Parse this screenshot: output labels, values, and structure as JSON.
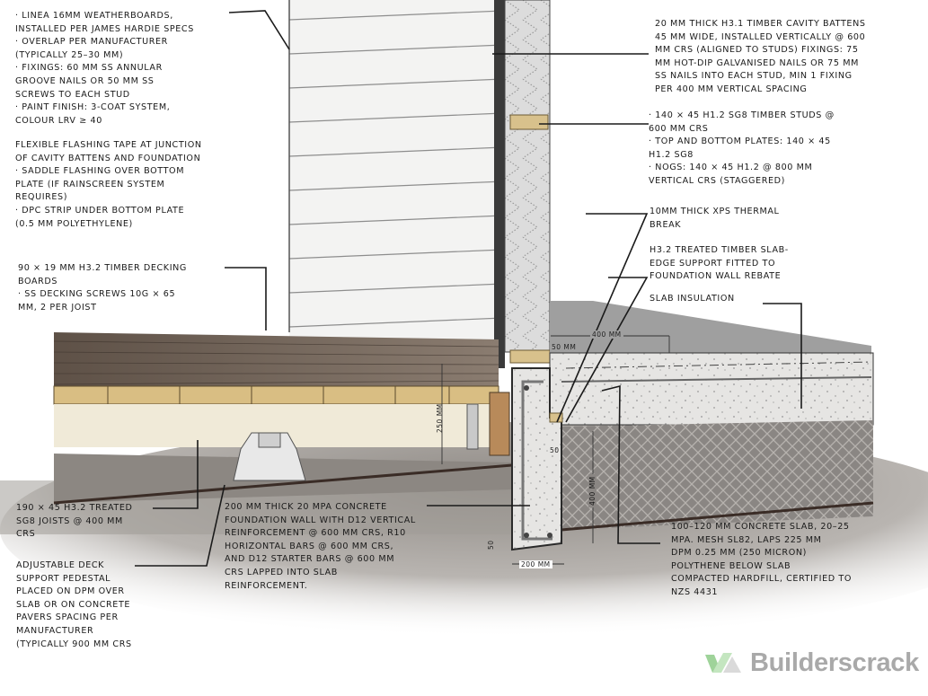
{
  "notes": {
    "weatherboards": [
      "·  LINEA 16MM WEATHERBOARDS,",
      "INSTALLED PER JAMES HARDIE SPECS",
      "·  OVERLAP PER MANUFACTURER",
      "(TYPICALLY 25–30 MM)",
      "·  FIXINGS: 60 MM SS ANNULAR",
      "GROOVE NAILS OR 50 MM SS",
      "SCREWS TO EACH STUD",
      "·  PAINT FINISH: 3-COAT SYSTEM,",
      "COLOUR LRV ≥ 40"
    ],
    "flashing": [
      "FLEXIBLE FLASHING TAPE AT JUNCTION",
      "OF CAVITY BATTENS AND FOUNDATION",
      "·  SADDLE FLASHING OVER BOTTOM",
      "PLATE (IF RAINSCREEN SYSTEM",
      "REQUIRES)",
      "·  DPC STRIP UNDER BOTTOM PLATE",
      "(0.5 MM POLYETHYLENE)"
    ],
    "decking": [
      "90 × 19 MM H3.2 TIMBER DECKING",
      "BOARDS",
      "·  SS DECKING SCREWS 10G × 65",
      "MM, 2 PER JOIST"
    ],
    "joists": [
      "190 × 45 H3.2 TREATED",
      "SG8 JOISTS @ 400 MM",
      "CRS"
    ],
    "pedestal": [
      "ADJUSTABLE DECK",
      "SUPPORT PEDESTAL",
      "PLACED ON DPM OVER",
      "SLAB OR ON CONCRETE",
      "PAVERS SPACING PER",
      "MANUFACTURER",
      "(TYPICALLY 900 MM CRS"
    ],
    "foundation": [
      "200 MM THICK 20 MPA CONCRETE",
      "FOUNDATION WALL WITH D12 VERTICAL",
      "REINFORCEMENT @ 600 MM CRS, R10",
      "HORIZONTAL BARS @ 600 MM CRS,",
      "AND D12 STARTER BARS @ 600 MM",
      "CRS LAPPED INTO SLAB",
      "REINFORCEMENT."
    ],
    "battens": [
      "20 MM THICK H3.1 TIMBER CAVITY BATTENS",
      "45 MM WIDE, INSTALLED VERTICALLY @ 600",
      "MM CRS (ALIGNED TO STUDS) FIXINGS: 75",
      "MM HOT-DIP GALVANISED NAILS OR 75 MM",
      "SS NAILS INTO EACH STUD, MIN 1 FIXING",
      "PER 400 MM VERTICAL SPACING"
    ],
    "studs": [
      "·  140 × 45 H1.2 SG8 TIMBER STUDS @",
      "600 MM CRS",
      "·  TOP AND BOTTOM PLATES: 140 × 45",
      "H1.2 SG8",
      "·  NOGS: 140 × 45 H1.2 @ 800 MM",
      "VERTICAL CRS (STAGGERED)"
    ],
    "thermal_break": [
      "10MM THICK XPS THERMAL",
      "BREAK"
    ],
    "slab_edge": [
      "H3.2 TREATED TIMBER SLAB-",
      "EDGE SUPPORT FITTED TO",
      "FOUNDATION WALL REBATE"
    ],
    "slab_insulation": [
      "SLAB INSULATION"
    ],
    "slab": [
      "100–120 MM CONCRETE SLAB, 20–25",
      "MPA. MESH SL82, LAPS 225 MM",
      "DPM 0.25 MM (250 MICRON)",
      "POLYTHENE BELOW SLAB",
      "COMPACTED HARDFILL, CERTIFIED TO",
      "NZS 4431"
    ]
  },
  "dimensions": {
    "joist_depth": "250 MM",
    "insulation_width": "400 MM",
    "xps_thickness": "50 MM",
    "rebate": "50",
    "cover": "50",
    "footing_depth": "400 MM",
    "wall_width": "200 MM"
  },
  "logo": {
    "name": "Builderscrack",
    "colors": {
      "green": "#9fd39a",
      "grey": "#a9a9a9"
    }
  }
}
